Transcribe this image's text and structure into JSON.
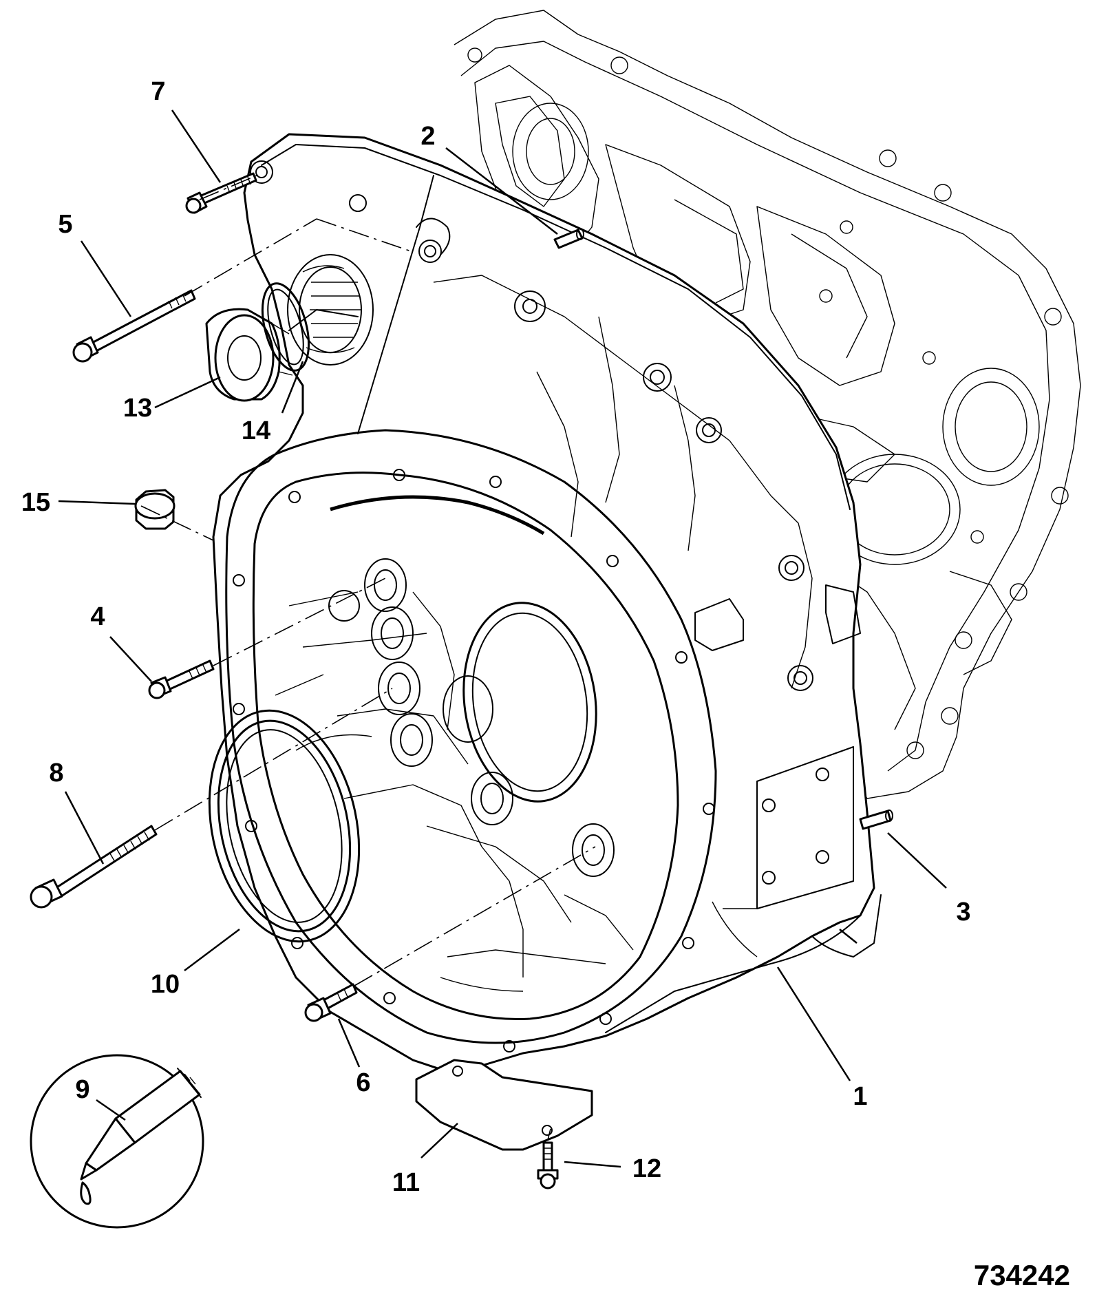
{
  "figure": {
    "drawing_number": "734242"
  },
  "callouts": [
    {
      "id": "c1",
      "label": "1"
    },
    {
      "id": "c2",
      "label": "2"
    },
    {
      "id": "c3",
      "label": "3"
    },
    {
      "id": "c4",
      "label": "4"
    },
    {
      "id": "c5",
      "label": "5"
    },
    {
      "id": "c6",
      "label": "6"
    },
    {
      "id": "c7",
      "label": "7"
    },
    {
      "id": "c8",
      "label": "8"
    },
    {
      "id": "c9",
      "label": "9"
    },
    {
      "id": "c10",
      "label": "10"
    },
    {
      "id": "c11",
      "label": "11"
    },
    {
      "id": "c12",
      "label": "12"
    },
    {
      "id": "c13",
      "label": "13"
    },
    {
      "id": "c14",
      "label": "14"
    },
    {
      "id": "c15",
      "label": "15"
    }
  ],
  "colors": {
    "line": "#000000",
    "background": "#ffffff"
  }
}
